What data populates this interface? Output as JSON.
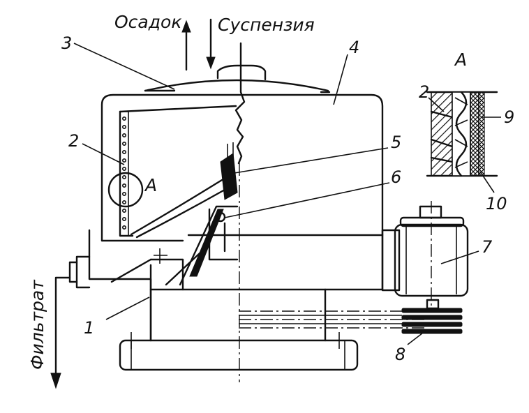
{
  "labels": {
    "sediment": "Осадок",
    "suspension": "Суспензия",
    "filtrate": "Фильтрат",
    "detail_mark": "A",
    "detail_title": "A"
  },
  "callouts": {
    "n1": "1",
    "n2": "2",
    "n3": "3",
    "n4": "4",
    "n5": "5",
    "n6": "6",
    "n7": "7",
    "n8": "8",
    "detail_n2": "2",
    "detail_n9": "9",
    "detail_n10": "10"
  },
  "colors": {
    "ink": "#111111",
    "paper": "#ffffff"
  }
}
